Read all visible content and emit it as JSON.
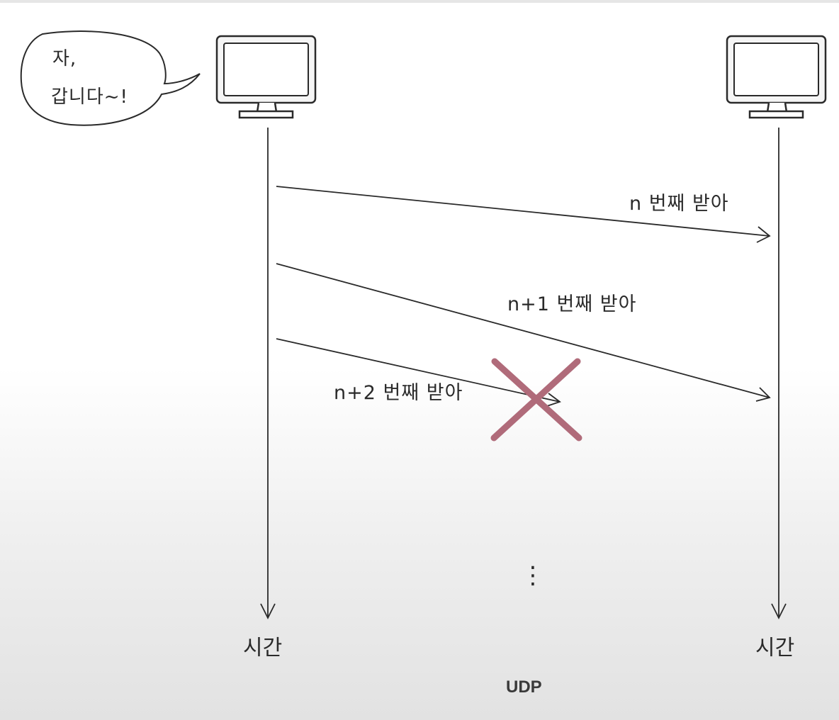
{
  "diagram": {
    "speech_bubble": {
      "line1": "자,",
      "line2": "갑니다~!"
    },
    "messages": [
      {
        "label": "n 번째 받아",
        "delivered": true
      },
      {
        "label": "n+1 번째 받아",
        "delivered": true
      },
      {
        "label": "n+2 번째 받아",
        "delivered": false
      }
    ],
    "sender_time_label": "시간",
    "receiver_time_label": "시간",
    "continuation": "⋮",
    "caption": "UDP",
    "colors": {
      "ink": "#2a2a2a",
      "loss_mark": "#b06b7a"
    }
  }
}
